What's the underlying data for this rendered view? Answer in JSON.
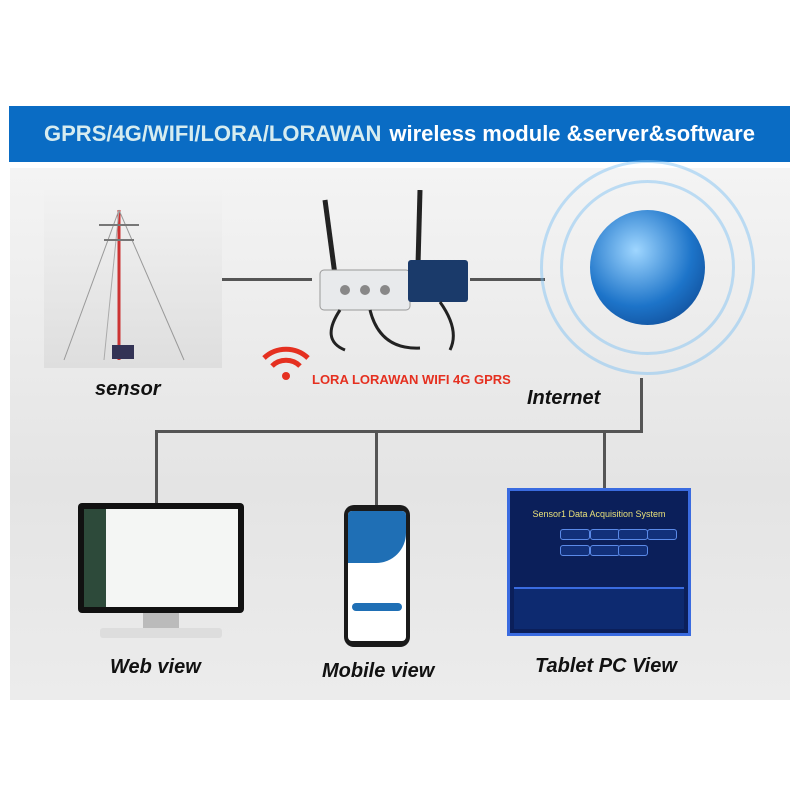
{
  "banner": {
    "title_highlight": "GPRS/4G/WIFI/LORA/LORAWAN",
    "title_rest": "wireless module &server&software"
  },
  "nodes": {
    "sensor": "sensor",
    "gateway": "LORA LORAWAN WIFI 4G GPRS",
    "internet": "Internet",
    "web": "Web view",
    "mobile": "Mobile view",
    "tablet": "Tablet PC View"
  },
  "tablet_screen": {
    "title": "Sensor1 Data Acquisition System"
  },
  "colors": {
    "banner": "#0a6cc4",
    "wifi": "#e53020",
    "lines": "#555555"
  }
}
